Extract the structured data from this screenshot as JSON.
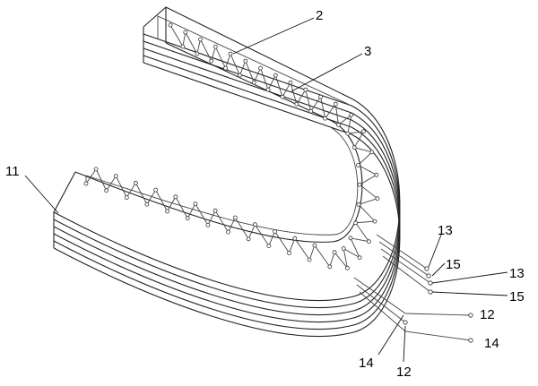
{
  "figure": {
    "labels": {
      "l2": "2",
      "l3": "3",
      "l11": "11",
      "l13a": "13",
      "l15a": "15",
      "l13b": "13",
      "l15b": "15",
      "l12a": "12",
      "l14a": "14",
      "l14b": "14",
      "l12b": "12"
    },
    "colors": {
      "line": "#222222",
      "background": "#ffffff"
    }
  }
}
